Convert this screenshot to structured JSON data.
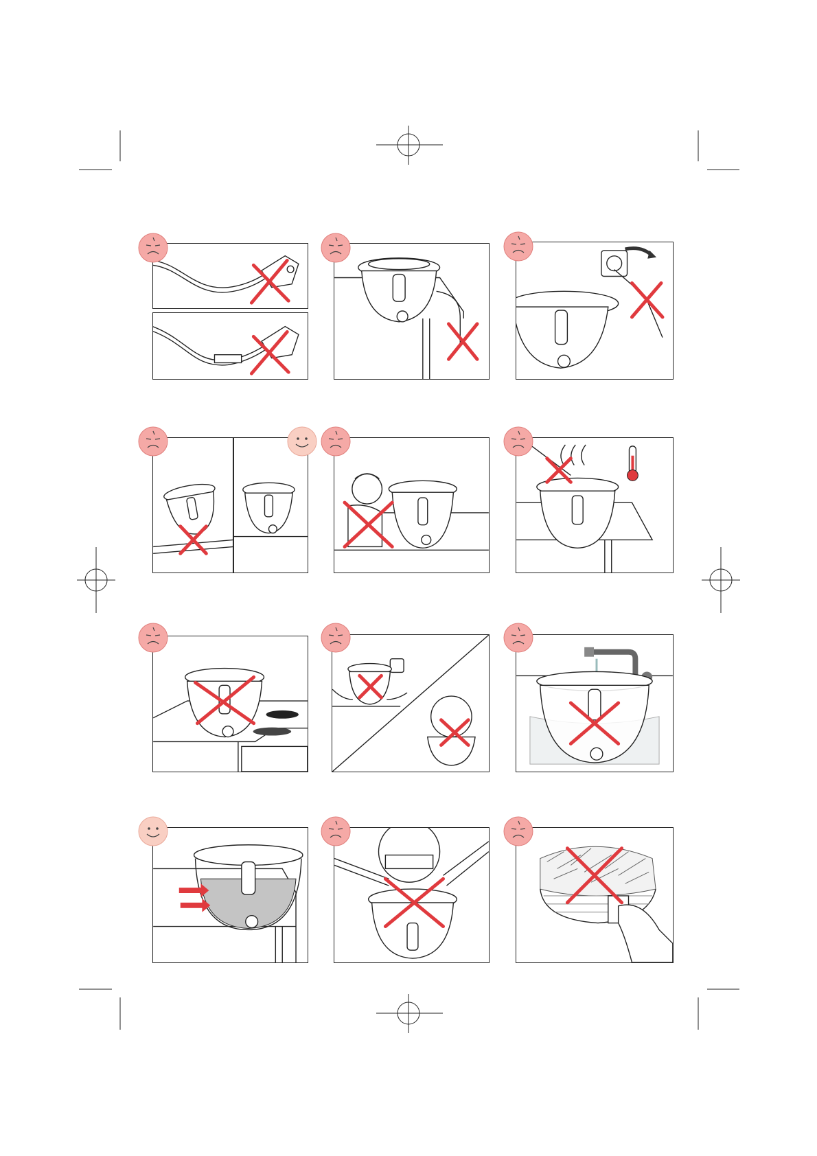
{
  "colors": {
    "warning_red": "#e03a3e",
    "sad_face_fill": "#f5a9a6",
    "happy_face_fill": "#f9cfc3",
    "line": "#222222"
  },
  "panels": [
    {
      "id": "cord-damaged",
      "face": "sad",
      "icons": [
        "damaged-cord-icon",
        "red-cross-icon"
      ]
    },
    {
      "id": "cord-hanging",
      "face": "sad",
      "icons": [
        "fryer-icon",
        "table-icon",
        "red-cross-icon"
      ]
    },
    {
      "id": "unplug-by-cord",
      "face": "sad",
      "icons": [
        "wall-socket-icon",
        "arrow-icon",
        "red-cross-icon"
      ]
    },
    {
      "id": "tilted-surface",
      "face": "sad",
      "icons": [
        "fryer-icon",
        "red-cross-icon"
      ]
    },
    {
      "id": "level-surface",
      "face": "happy",
      "icons": [
        "fryer-icon"
      ]
    },
    {
      "id": "child-near-fryer",
      "face": "sad",
      "icons": [
        "child-icon",
        "fryer-icon",
        "red-cross-icon"
      ]
    },
    {
      "id": "hot-steam",
      "face": "sad",
      "icons": [
        "steam-icon",
        "thermometer-icon",
        "red-cross-icon"
      ]
    },
    {
      "id": "near-hob",
      "face": "sad",
      "icons": [
        "fryer-icon",
        "gas-burner-icon",
        "red-cross-icon"
      ]
    },
    {
      "id": "move-while-hot",
      "face": "sad",
      "icons": [
        "fryer-icon",
        "hands-icon",
        "red-cross-icon"
      ]
    },
    {
      "id": "immerse-in-water",
      "face": "sad",
      "icons": [
        "tap-icon",
        "sink-icon",
        "red-cross-icon"
      ]
    },
    {
      "id": "fill-level",
      "face": "happy",
      "icons": [
        "fryer-icon",
        "arrow-icon"
      ]
    },
    {
      "id": "overfill-food",
      "face": "sad",
      "icons": [
        "hands-icon",
        "fryer-icon",
        "red-cross-icon"
      ]
    },
    {
      "id": "overfilled-basket",
      "face": "sad",
      "icons": [
        "basket-icon",
        "fries-icon",
        "red-cross-icon"
      ]
    }
  ]
}
